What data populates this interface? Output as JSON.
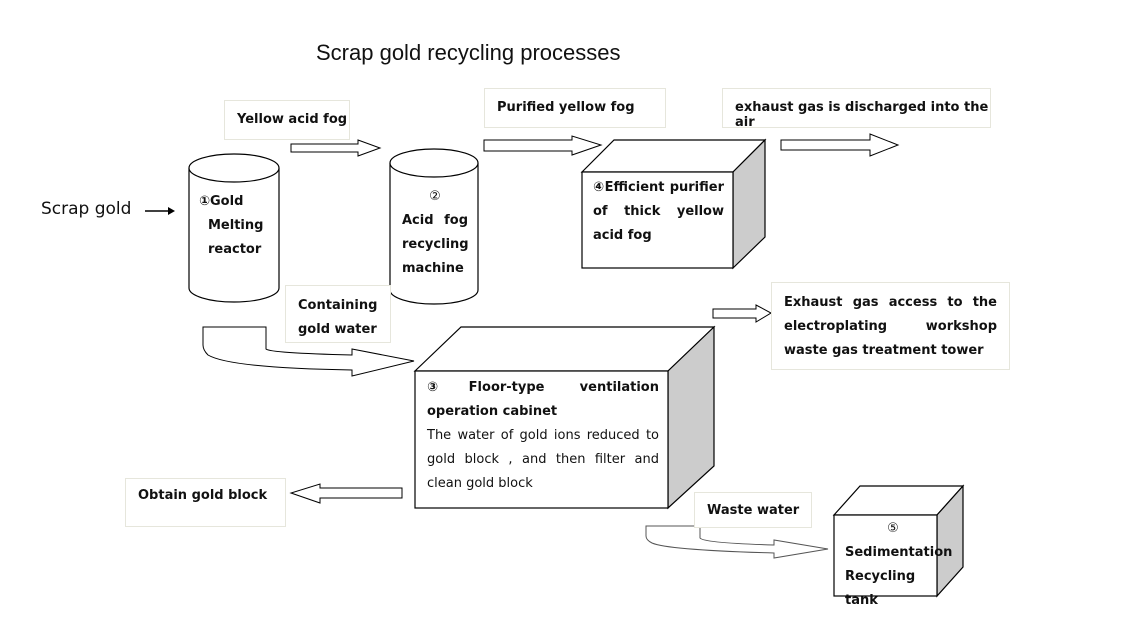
{
  "title": "Scrap gold recycling processes",
  "input": {
    "label": "Scrap gold"
  },
  "equipment": [
    {
      "number": "①",
      "lines": [
        "Gold",
        "Melting",
        "reactor"
      ],
      "shape": "cylinder"
    },
    {
      "number": "②",
      "lines": [
        "Acid fog",
        "recycling",
        "machine"
      ],
      "shape": "cylinder"
    },
    {
      "number": "③",
      "title": "Floor-type ventilation operation cabinet",
      "description": "The water of gold ions reduced to gold block , and then filter and clean gold block",
      "shape": "box"
    },
    {
      "number": "④",
      "title": "Efficient purifier of thick yellow acid fog",
      "shape": "box"
    },
    {
      "number": "⑤",
      "lines": [
        "Sedimentation",
        "Recycling tank"
      ],
      "shape": "box"
    }
  ],
  "flow_labels": {
    "yellow_acid_fog": "Yellow acid fog",
    "purified_yellow_fog": "Purified yellow fog",
    "exhaust_to_air": "exhaust gas is discharged into the air",
    "containing_gold_water": [
      "Containing",
      "gold water"
    ],
    "exhaust_to_tower": "Exhaust gas access to the electroplating workshop waste gas treatment tower",
    "obtain_gold_block": "Obtain gold block",
    "waste_water": "Waste water"
  },
  "colors": {
    "stroke": "#000000",
    "box_side": "#cccccc",
    "label_border": "#e6e6dc",
    "background": "#ffffff"
  }
}
